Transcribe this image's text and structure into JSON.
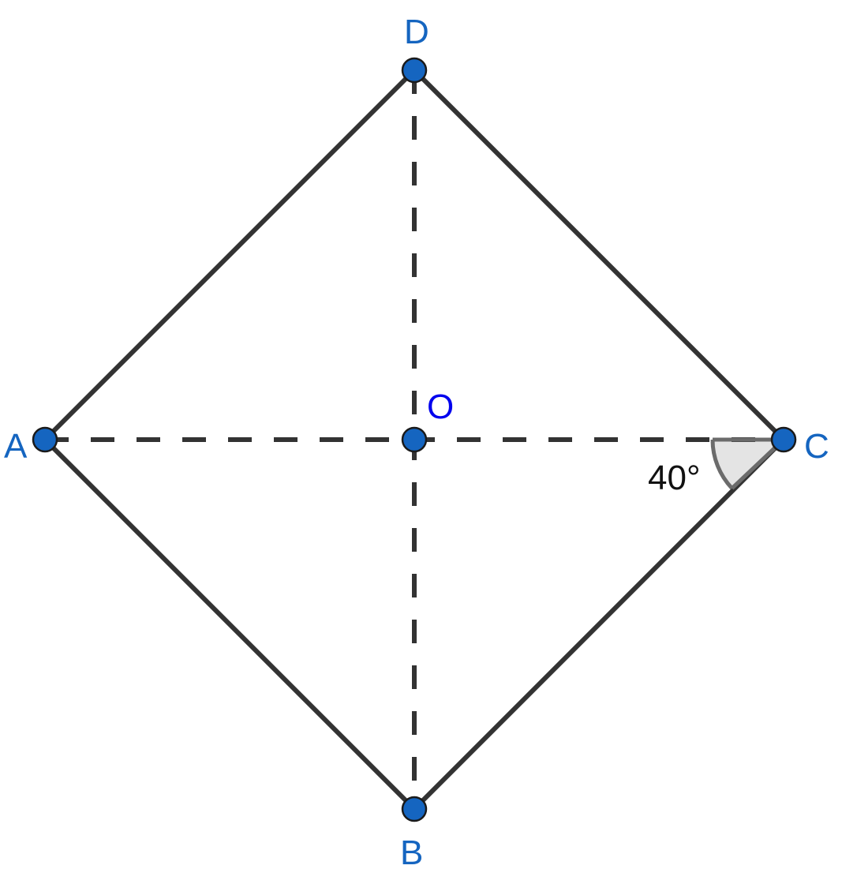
{
  "points": {
    "A": "A",
    "B": "B",
    "C": "C",
    "D": "D",
    "O": "O"
  },
  "angle_marker": {
    "vertex": "C",
    "label": "40°",
    "value_degrees": 40
  },
  "colors": {
    "point_fill": "#1565c0",
    "vertex_label": "#1565c0",
    "center_label": "#0000ee",
    "stroke": "#333333",
    "angle_fill": "#e4e4e4"
  }
}
